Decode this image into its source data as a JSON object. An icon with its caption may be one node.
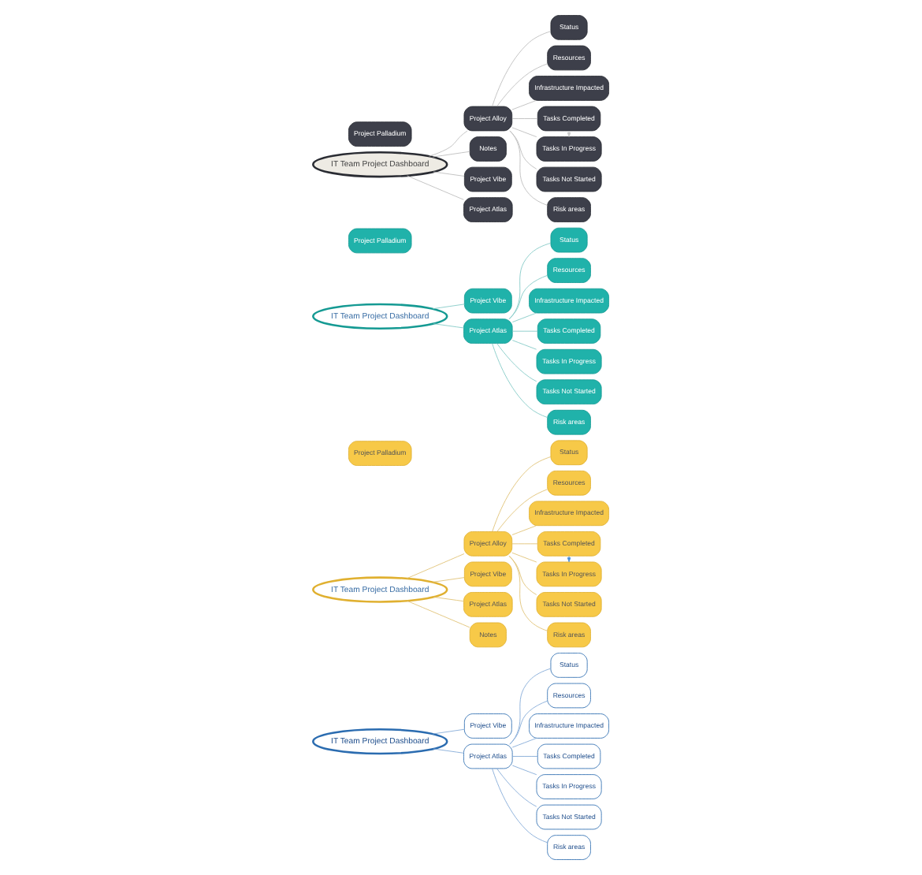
{
  "diagram": {
    "nodes": [
      {
        "text": [
          "IT Team Project Dashboard"
        ]
      },
      {
        "text": [
          "Project Vibe"
        ]
      },
      {
        "text": [
          "Project Atlas"
        ]
      },
      {
        "text": [
          "Status"
        ]
      },
      {
        "text": [
          "Resources"
        ]
      },
      {
        "text": [
          "Infrastructure Impacted"
        ]
      },
      {
        "text": [
          "Tasks Completed"
        ]
      },
      {
        "text": [
          "Tasks In Progress"
        ]
      },
      {
        "text": [
          "Tasks Not Started"
        ]
      },
      {
        "text": [
          "Risk areas"
        ]
      },
      {
        "text": [
          "Status"
        ]
      },
      {
        "text": [
          "Resources"
        ]
      },
      {
        "text": [
          "Infrastructure Impacted"
        ]
      },
      {
        "text": [
          "Tasks Completed"
        ]
      },
      {
        "text": [
          "Tasks In Progress"
        ]
      },
      {
        "text": [
          "Tasks Not Started"
        ]
      },
      {
        "text": [
          "Risk areas"
        ]
      },
      {
        "text": [
          "Project Alloy"
        ]
      },
      {
        "text": [
          "Project Vibe"
        ]
      },
      {
        "text": [
          "IT Team Project Dashboard"
        ]
      },
      {
        "text": [
          "Project Atlas"
        ]
      },
      {
        "text": [
          "Notes"
        ]
      },
      {
        "text": [
          "Project Palladium"
        ]
      },
      {
        "text": [
          "IT Team Project Dashboard"
        ]
      },
      {
        "text": [
          "Project Vibe"
        ]
      },
      {
        "text": [
          "Project Atlas"
        ]
      },
      {
        "text": [
          "Status"
        ]
      },
      {
        "text": [
          "Resources"
        ]
      },
      {
        "text": [
          "Infrastructure Impacted"
        ]
      },
      {
        "text": [
          "Tasks Completed"
        ]
      },
      {
        "text": [
          "Tasks In Progress"
        ]
      },
      {
        "text": [
          "Tasks Not Started"
        ]
      },
      {
        "text": [
          "Risk areas"
        ]
      },
      {
        "text": [
          "Project Palladium"
        ]
      },
      {
        "text": [
          "Status"
        ]
      },
      {
        "text": [
          "Resources"
        ]
      },
      {
        "text": [
          "Infrastructure Impacted"
        ]
      },
      {
        "text": [
          "Tasks Completed"
        ]
      },
      {
        "text": [
          "Tasks In Progress"
        ]
      },
      {
        "text": [
          "Tasks Not Started"
        ]
      },
      {
        "text": [
          "Risk areas"
        ]
      },
      {
        "text": [
          "Project Alloy"
        ]
      },
      {
        "text": [
          "IT Team Project Dashboard"
        ]
      },
      {
        "text": [
          "Notes"
        ]
      },
      {
        "text": [
          "Project Palladium"
        ]
      },
      {
        "text": [
          "Project Vibe"
        ]
      },
      {
        "text": [
          "Project Atlas"
        ]
      }
    ],
    "edges": [
      {
        "from": 0,
        "to": 1,
        "arrow": "none",
        "color": "#7fa7d6"
      },
      {
        "from": 0,
        "to": 2,
        "arrow": "none",
        "color": "#7fa7d6"
      },
      {
        "from": 2,
        "to": 3,
        "arrow": "none",
        "color": "#7fa7d6"
      },
      {
        "from": 2,
        "to": 4,
        "arrow": "none",
        "color": "#7fa7d6"
      },
      {
        "from": 2,
        "to": 5,
        "arrow": "none",
        "color": "#7fa7d6"
      },
      {
        "from": 2,
        "to": 6,
        "arrow": "none",
        "color": "#7fa7d6"
      },
      {
        "from": 2,
        "to": 7,
        "arrow": "none",
        "color": "#7fa7d6"
      },
      {
        "from": 2,
        "to": 8,
        "arrow": "none",
        "color": "#7fa7d6"
      },
      {
        "from": 2,
        "to": 9,
        "arrow": "none",
        "color": "#7fa7d6"
      },
      {
        "from": 19,
        "to": 18,
        "arrow": "none",
        "color": "#e0c070"
      },
      {
        "from": 19,
        "to": 17,
        "arrow": "none",
        "color": "#e0c070"
      },
      {
        "from": 19,
        "to": 20,
        "arrow": "none",
        "color": "#e0c070"
      },
      {
        "from": 19,
        "to": 21,
        "arrow": "none",
        "color": "#e0c070"
      },
      {
        "from": 17,
        "to": 10,
        "arrow": "none",
        "color": "#e0c070"
      },
      {
        "from": 17,
        "to": 11,
        "arrow": "none",
        "color": "#e0c070"
      },
      {
        "from": 17,
        "to": 12,
        "arrow": "none",
        "color": "#e0c070"
      },
      {
        "from": 17,
        "to": 13,
        "arrow": "none",
        "color": "#e0c070"
      },
      {
        "from": 17,
        "to": 14,
        "arrow": "none",
        "color": "#e0c070"
      },
      {
        "from": 17,
        "to": 15,
        "arrow": "none",
        "color": "#e0c070"
      },
      {
        "from": 17,
        "to": 16,
        "arrow": "none",
        "color": "#e0c070"
      },
      {
        "from": 13,
        "to": 14,
        "arrow": "to",
        "color": "#4a90d9"
      },
      {
        "from": 23,
        "to": 24,
        "arrow": "none",
        "color": "#7fc8c4"
      },
      {
        "from": 23,
        "to": 25,
        "arrow": "none",
        "color": "#7fc8c4"
      },
      {
        "from": 25,
        "to": 26,
        "arrow": "none",
        "color": "#7fc8c4"
      },
      {
        "from": 25,
        "to": 27,
        "arrow": "none",
        "color": "#7fc8c4"
      },
      {
        "from": 25,
        "to": 28,
        "arrow": "none",
        "color": "#7fc8c4"
      },
      {
        "from": 25,
        "to": 29,
        "arrow": "none",
        "color": "#7fc8c4"
      },
      {
        "from": 25,
        "to": 30,
        "arrow": "none",
        "color": "#7fc8c4"
      },
      {
        "from": 25,
        "to": 31,
        "arrow": "none",
        "color": "#7fc8c4"
      },
      {
        "from": 25,
        "to": 32,
        "arrow": "none",
        "color": "#7fc8c4"
      },
      {
        "from": 42,
        "to": 41,
        "arrow": "none",
        "color": "#bbbbbb"
      },
      {
        "from": 42,
        "to": 43,
        "arrow": "none",
        "color": "#bbbbbb"
      },
      {
        "from": 42,
        "to": 45,
        "arrow": "none",
        "color": "#bbbbbb"
      },
      {
        "from": 42,
        "to": 46,
        "arrow": "none",
        "color": "#bbbbbb"
      },
      {
        "from": 41,
        "to": 34,
        "arrow": "none",
        "color": "#bbbbbb"
      },
      {
        "from": 41,
        "to": 35,
        "arrow": "none",
        "color": "#bbbbbb"
      },
      {
        "from": 41,
        "to": 36,
        "arrow": "none",
        "color": "#bbbbbb"
      },
      {
        "from": 41,
        "to": 37,
        "arrow": "none",
        "color": "#bbbbbb"
      },
      {
        "from": 41,
        "to": 38,
        "arrow": "none",
        "color": "#bbbbbb"
      },
      {
        "from": 41,
        "to": 39,
        "arrow": "none",
        "color": "#bbbbbb"
      },
      {
        "from": 41,
        "to": 40,
        "arrow": "none",
        "color": "#bbbbbb"
      },
      {
        "from": 37,
        "to": 38,
        "arrow": "to",
        "color": "#c8c8c8"
      }
    ]
  }
}
